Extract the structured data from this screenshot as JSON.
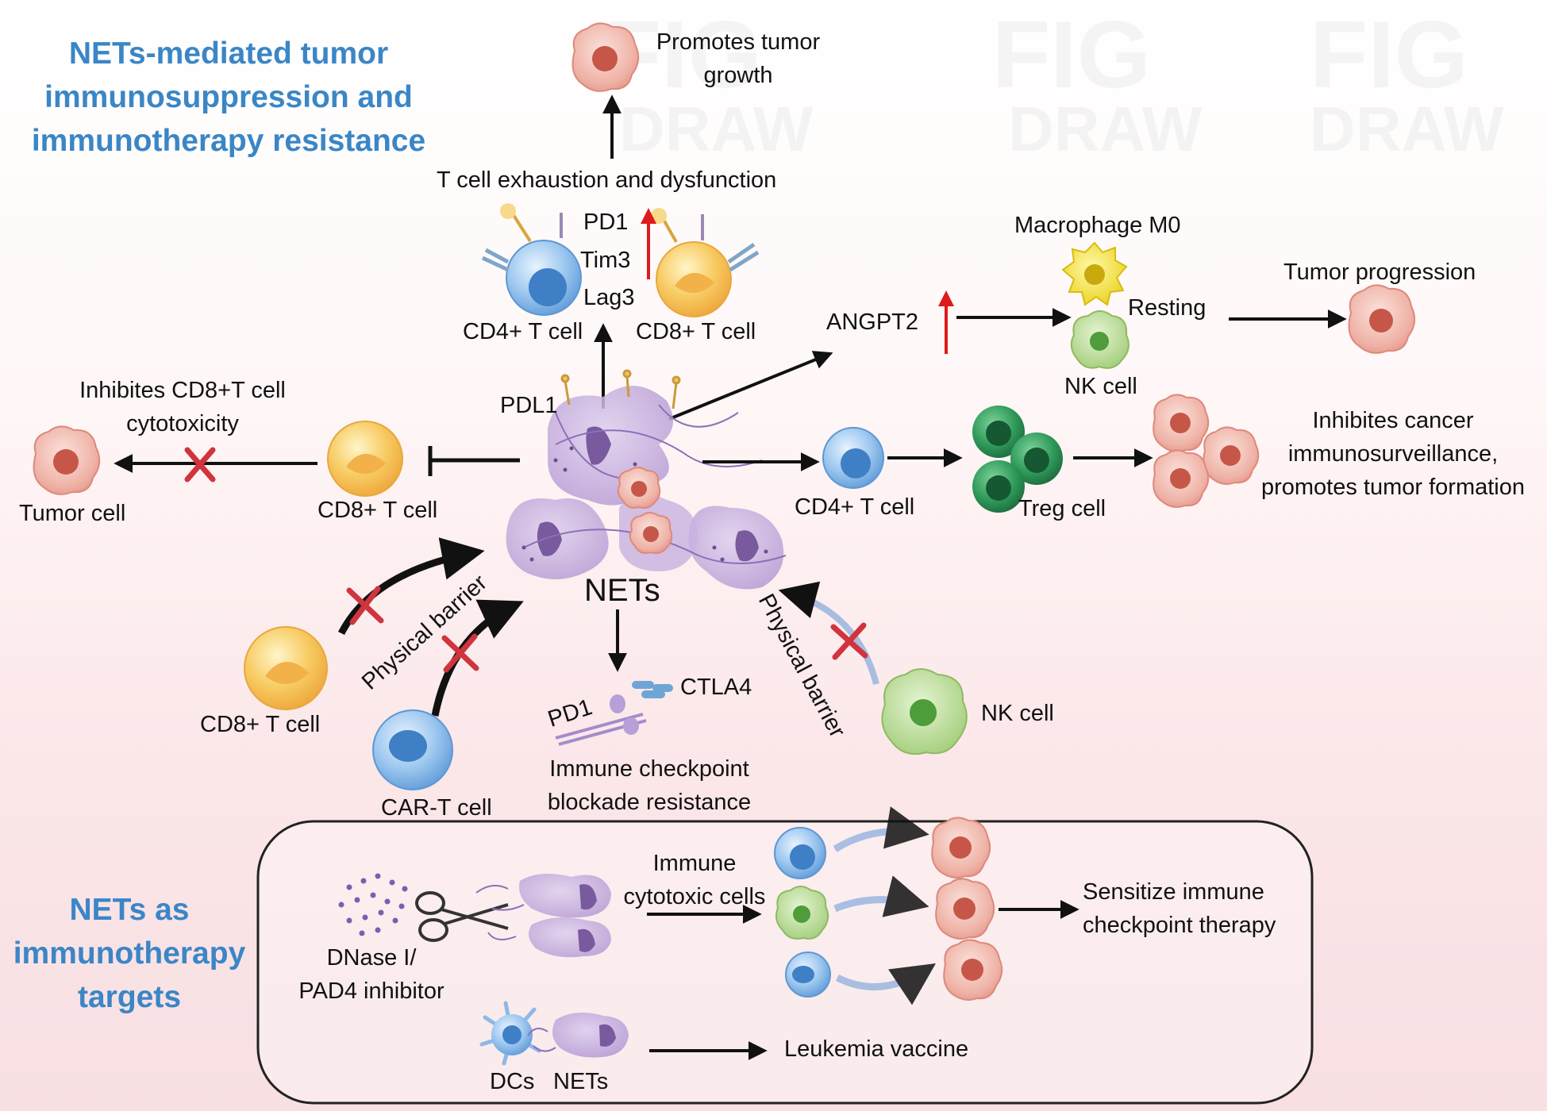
{
  "titles": {
    "main": [
      "NETs-mediated tumor",
      "immunosuppression and",
      "immunotherapy resistance"
    ],
    "targets": [
      "NETs as",
      "immunotherapy",
      "targets"
    ]
  },
  "labels": {
    "promotes_growth": [
      "Promotes tumor",
      "growth"
    ],
    "t_exhaustion": "T cell exhaustion and dysfunction",
    "pd1": "PD1",
    "tim3": "Tim3",
    "lag3": "Lag3",
    "cd4_t_top": "CD4+ T cell",
    "cd8_t_top": "CD8+ T cell",
    "macrophage_m0": "Macrophage M0",
    "resting": "Resting",
    "nk_top": "NK cell",
    "tumor_progression": "Tumor progression",
    "angpt2": "ANGPT2",
    "pdl1": "PDL1",
    "inhibits_cd8": [
      "Inhibites CD8+T cell",
      "cytotoxicity"
    ],
    "tumor_cell": "Tumor cell",
    "cd8_t_left": "CD8+ T cell",
    "cd4_t_right": "CD4+ T cell",
    "treg": "Treg cell",
    "inhibits_cancer": [
      "Inhibites cancer",
      "immunosurveillance,",
      "promotes tumor formation"
    ],
    "nets": "NETs",
    "physical_barrier_left": "Physical barrier",
    "physical_barrier_right": "Physical barrier",
    "cd8_t_bottom": "CD8+ T cell",
    "car_t": "CAR-T cell",
    "nk_bottom": "NK cell",
    "pd1_bottom": "PD1",
    "ctla4": "CTLA4",
    "checkpoint_resistance": [
      "Immune checkpoint",
      "blockade resistance"
    ],
    "immune_cytotoxic": [
      "Immune",
      "cytotoxic cells"
    ],
    "dnase": [
      "DNase I/",
      "PAD4 inhibitor"
    ],
    "sensitize": [
      "Sensitize immune",
      "checkpoint therapy"
    ],
    "dcs": "DCs",
    "nets_small": "NETs",
    "leukemia_vaccine": "Leukemia vaccine"
  },
  "colors": {
    "title_blue": "#3a86c6",
    "inhibit_red": "#d0343d",
    "up_red": "#e01a1a",
    "net_purple": "#b69ad0",
    "tumor_pink": "#e59a90",
    "cd8_yellow": "#f6c35a",
    "cd4_blue": "#7fb3e6",
    "treg_green": "#2f8c55",
    "nk_green": "#a6cf7d",
    "macrophage_yellow": "#f2dc34"
  }
}
